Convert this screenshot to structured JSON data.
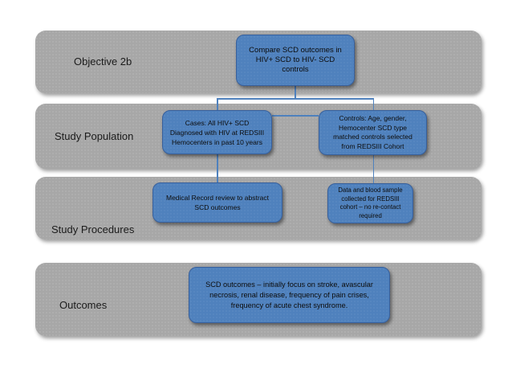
{
  "diagram": {
    "type": "flowchart",
    "rows": [
      {
        "label": "Objective 2b"
      },
      {
        "label": "Study Population"
      },
      {
        "label": "Study Procedures"
      },
      {
        "label": "Outcomes"
      }
    ],
    "nodes": [
      {
        "name": "compare-outcomes",
        "lines": [
          "Compare SCD outcomes in",
          "HIV+ SCD to HIV- SCD",
          "controls"
        ]
      },
      {
        "name": "cases",
        "lines": [
          "Cases: All HIV+ SCD",
          "Diagnosed with HIV at REDSIII",
          "Hemocenters in past 10 years"
        ]
      },
      {
        "name": "controls-matched",
        "lines": [
          "Controls: Age, gender,",
          "Hemocenter SCD type",
          "matched controls selected",
          "from REDSIII Cohort"
        ]
      },
      {
        "name": "medical-record-review",
        "lines": [
          "Medical Record review to abstract",
          "SCD outcomes"
        ]
      },
      {
        "name": "data-blood-sample",
        "lines": [
          "Data and blood sample",
          "collected for REDSIII",
          "cohort – no re-contact",
          "required"
        ]
      },
      {
        "name": "scd-outcomes",
        "lines": [
          "SCD outcomes – initially focus on stroke, avascular",
          "necrosis, renal disease, frequency of pain crises,",
          "frequency of acute chest syndrome."
        ]
      }
    ],
    "colors": {
      "background": "#ffffff",
      "band_fill": "#a7a7a7",
      "node_fill": "#4f81bd",
      "node_border": "#38609c",
      "connector": "#4f81bd",
      "text": "#0d0d0d"
    }
  }
}
